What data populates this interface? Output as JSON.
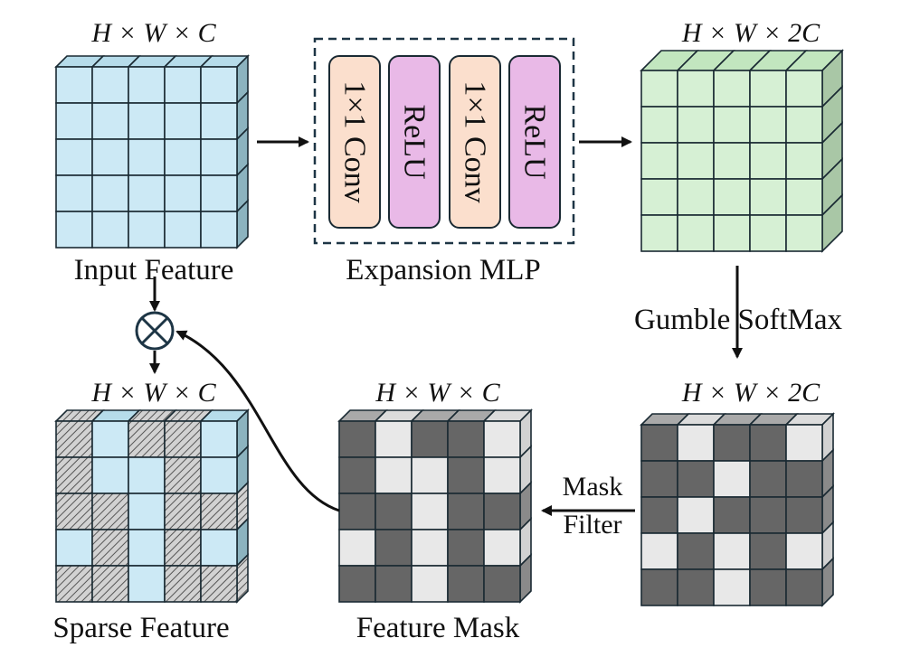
{
  "labels": {
    "input_dims": "H × W × C",
    "input_title": "Input Feature",
    "mlp_title": "Expansion MLP",
    "expanded_dims": "H × W × 2C",
    "gumbel_label": "Gumble SoftMax",
    "gumbel_out_dims": "H × W × 2C",
    "mask_dims": "H × W × C",
    "mask_title": "Feature Mask",
    "sparse_dims": "H × W × C",
    "sparse_title": "Sparse Feature",
    "mask_filter_line1": "Mask",
    "mask_filter_line2": "Filter"
  },
  "mlp_layers": [
    "1×1 Conv",
    "ReLU",
    "1×1 Conv",
    "ReLU"
  ],
  "colors": {
    "input_fill": "#cce9f5",
    "input_side": "#8cb3bf",
    "input_top": "#b6dcea",
    "expanded_fill": "#d6f0d4",
    "expanded_side": "#a9c7a6",
    "expanded_top": "#c2e6bf",
    "conv_fill": "#fbdfcd",
    "relu_fill": "#e9b9e7",
    "mask_dark": "#666666",
    "mask_light": "#e8e8e8",
    "mask_side": "#999999",
    "hatch": "#cccccc",
    "stroke": "#1a2a33"
  },
  "patterns": {
    "gumbel_out": [
      [
        1,
        0,
        1,
        1,
        0
      ],
      [
        1,
        1,
        0,
        1,
        1
      ],
      [
        1,
        0,
        1,
        1,
        1
      ],
      [
        0,
        1,
        0,
        1,
        0
      ],
      [
        1,
        1,
        0,
        1,
        1
      ]
    ],
    "mask": [
      [
        1,
        0,
        1,
        1,
        0
      ],
      [
        1,
        0,
        0,
        1,
        0
      ],
      [
        1,
        1,
        0,
        1,
        1
      ],
      [
        0,
        1,
        0,
        1,
        0
      ],
      [
        1,
        1,
        0,
        1,
        1
      ]
    ]
  }
}
